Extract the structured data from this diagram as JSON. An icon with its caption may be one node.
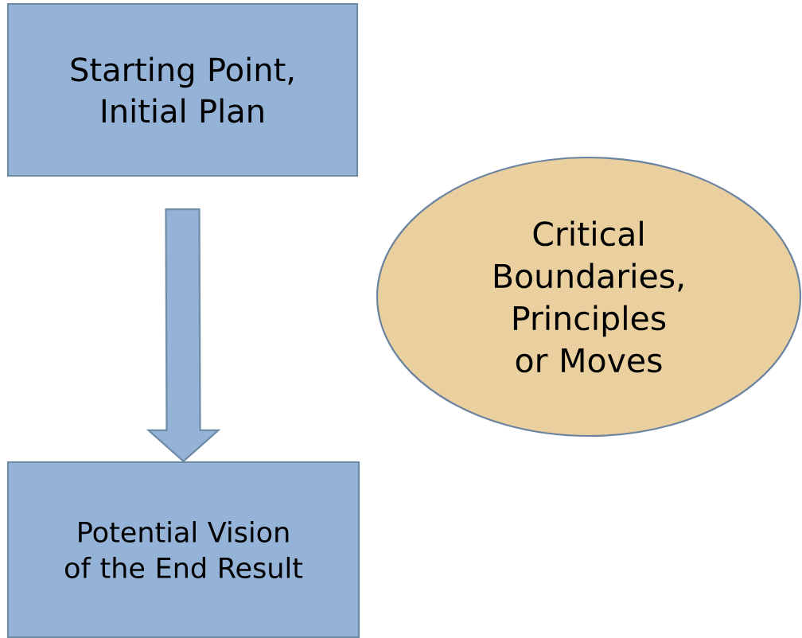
{
  "diagram": {
    "nodes": [
      {
        "text": [
          "Starting Point, Initial Plan"
        ]
      },
      {
        "text": [
          "Potential Vision of the End Result"
        ]
      },
      {
        "text": [
          "Critical Boundaries, Principles or Moves"
        ]
      }
    ],
    "edges": [
      {
        "from": 0,
        "to": 1,
        "arrow": "to"
      }
    ]
  }
}
